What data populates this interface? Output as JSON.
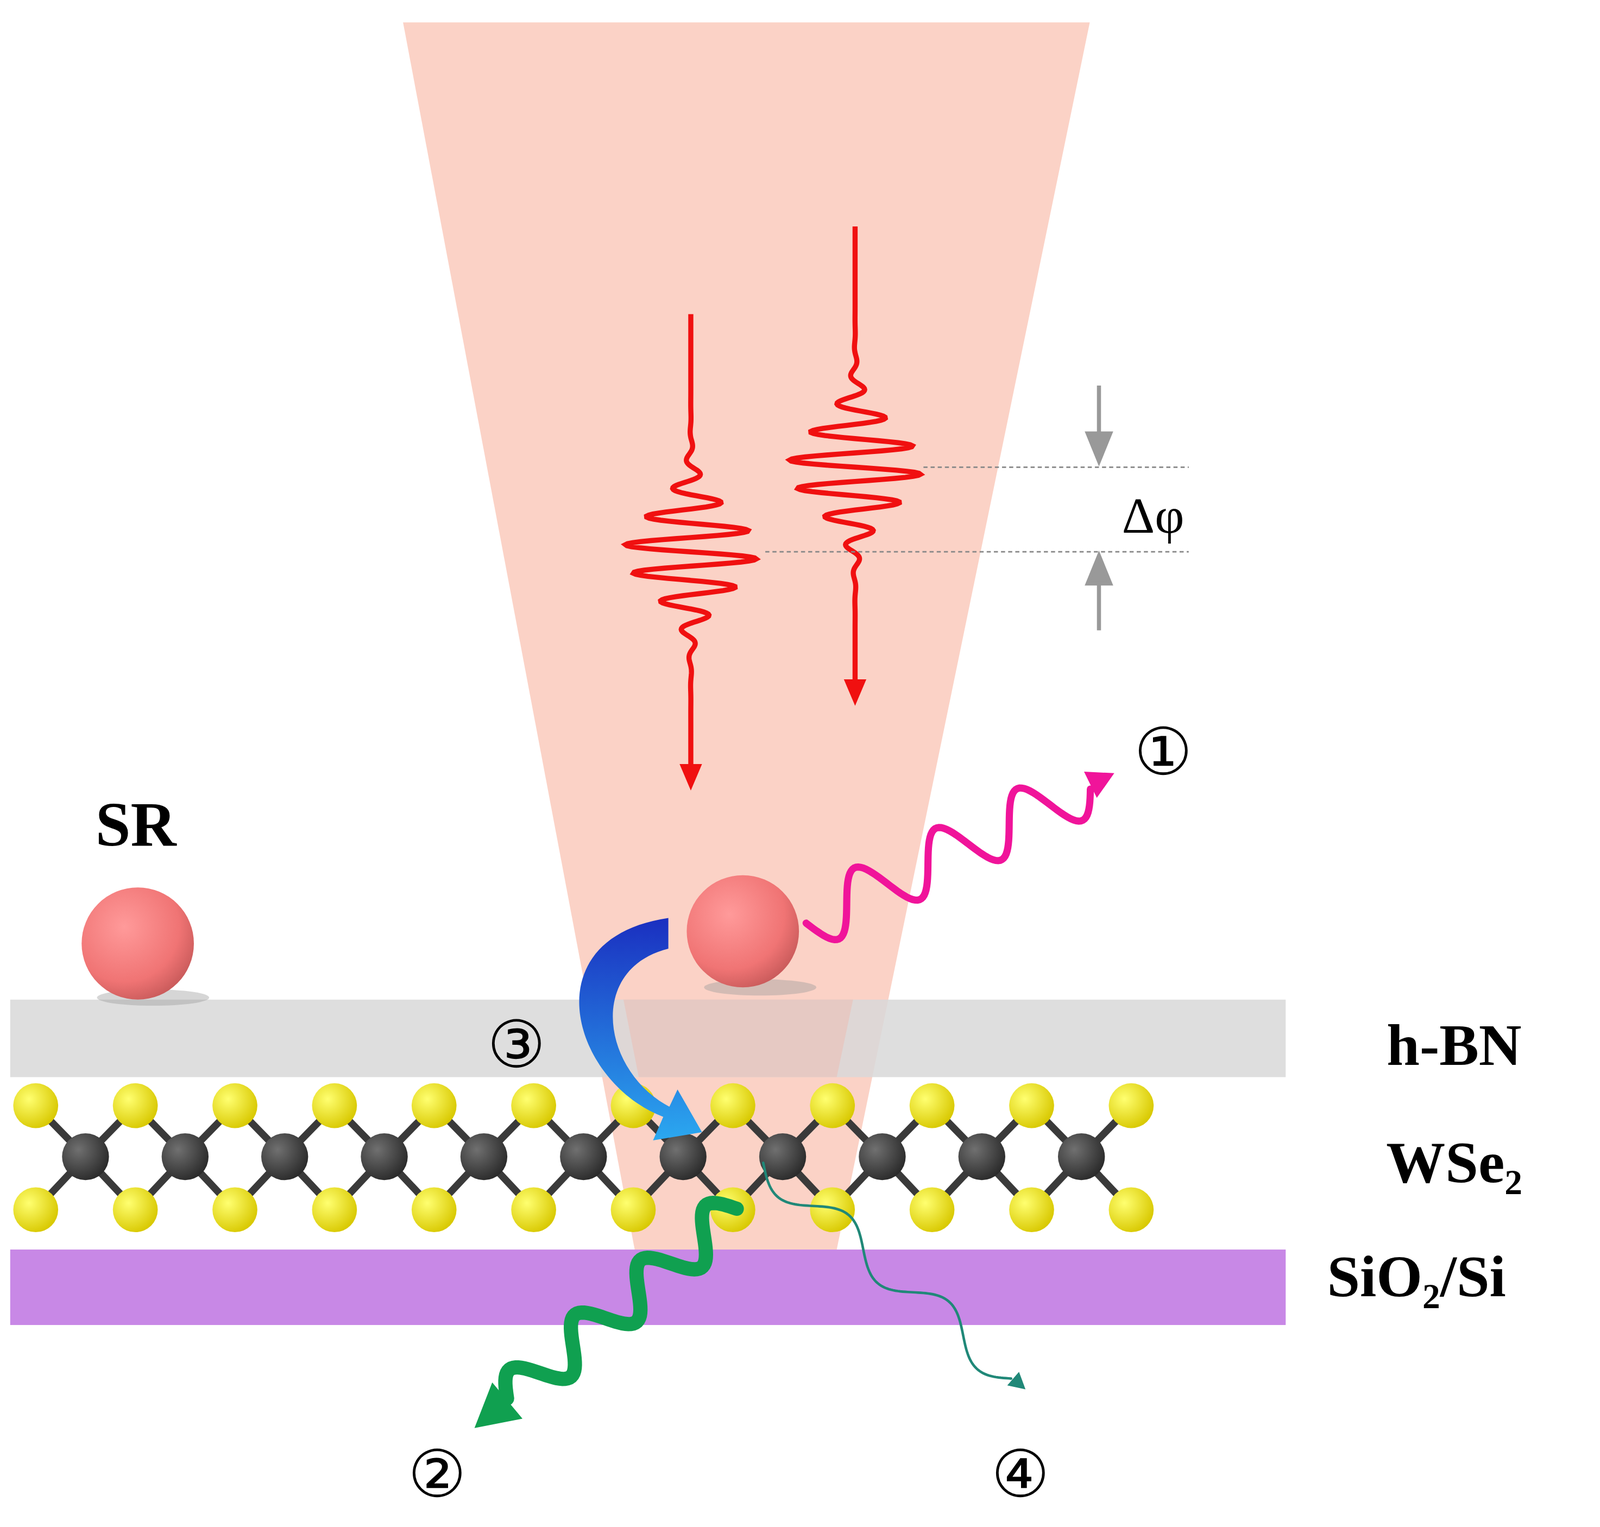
{
  "diagram": {
    "labels": [
      "SR",
      "h-BN",
      "WSe₂",
      "SiO₂/Si",
      "Δφ",
      "①",
      "②",
      "③",
      "④"
    ]
  }
}
